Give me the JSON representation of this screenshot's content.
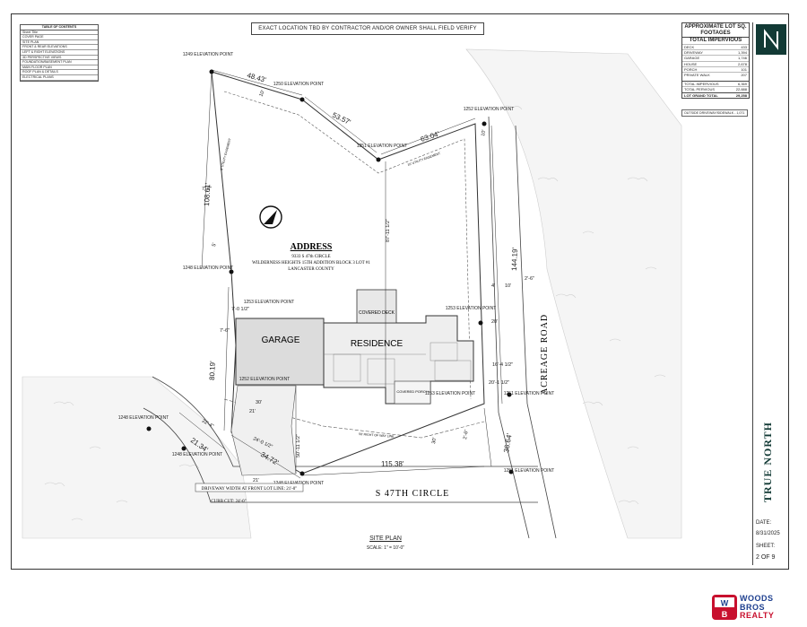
{
  "toc": {
    "title": "TABLE OF CONTENTS",
    "header": "Sheet Title",
    "items": [
      "COVER PAGE",
      "SITE PLAN",
      "FRONT & REAR ELEVATIONS",
      "LEFT & RIGHT ELEVATIONS",
      "3D PERSPECTIVE VIEWS",
      "FOUNDATION/BASEMENT PLAN",
      "MAIN FLOOR PLAN",
      "ROOF PLAN & DETAILS",
      "ELECTRICAL PLANS"
    ]
  },
  "notice": "EXACT LOCATION TBD BY CONTRACTOR AND/OR OWNER SHALL FIELD VERIFY",
  "sqft": {
    "title": "APPROXIMATE LOT SQ. FOOTAGES",
    "subtitle": "TOTAL IMPERVIOUS",
    "rows": [
      {
        "label": "DECK",
        "value": "433"
      },
      {
        "label": "DRIVEWAY",
        "value": "1,394"
      },
      {
        "label": "GARAGE",
        "value": "1,746"
      },
      {
        "label": "HOUSE",
        "value": "2,678"
      },
      {
        "label": "PORCH",
        "value": "101"
      },
      {
        "label": "PRIVATE WALK",
        "value": "207"
      }
    ],
    "total_impervious_label": "TOTAL IMPERVIOUS",
    "total_impervious": "6,369",
    "total_pervious_label": "TOTAL PERVIOUS",
    "total_pervious": "22,888",
    "grand_label": "LOT GRAND TOTAL",
    "grand": "29,258"
  },
  "owned_note": "OUTSIDE DRIVEWAY/SIDEWALK - 1,071",
  "address": {
    "heading": "ADDRESS",
    "line1": "9333 S 47th CIRCLE",
    "line2": "WILDERNESS HEIGHTS 15TH ADDITION BLOCK 3 LOT #1",
    "line3": "LANCASTER COUNTY"
  },
  "labels": {
    "garage": "GARAGE",
    "residence": "RESIDENCE",
    "covered_deck": "COVERED DECK",
    "covered_porch": "COVERED PORCH",
    "acreage_road": "ACREAGE ROAD",
    "street": "S 47TH CIRCLE",
    "driveway_width": "DRIVEWAY WIDTH AT FRONT LOT LINE: 21'-0\"",
    "curb_cut": "CURB CUT: 24'-0\"",
    "utility_easement_left": "5' UTILITY EASEMENT",
    "utility_easement_top": "10' UTILITY EASEMENT",
    "row_line": "50' RIGHT OF WAY LINE"
  },
  "elevations": [
    {
      "name": "1249 ELEVATION POINT"
    },
    {
      "name": "1250 ELEVATION POINT"
    },
    {
      "name": "1252 ELEVATION POINT"
    },
    {
      "name": "1251 ELEVATION POINT"
    },
    {
      "name": "1248 ELEVATION POINT"
    },
    {
      "name": "1253 ELEVATION POINT"
    },
    {
      "name": "1253 ELEVATION POINT"
    },
    {
      "name": "1252 ELEVATION POINT"
    },
    {
      "name": "1251 ELEVATION POINT"
    },
    {
      "name": "1253 ELEVATION POINT"
    },
    {
      "name": "1248 ELEVATION POINT"
    },
    {
      "name": "1248 ELEVATION POINT"
    },
    {
      "name": "1248 ELEVATION POINT"
    },
    {
      "name": "1251 ELEVATION POINT"
    }
  ],
  "dimensions": {
    "d1": "48.43'",
    "d2": "53.57'",
    "d3": "63.04'",
    "d4": "108.61'",
    "d5": "144.19'",
    "d6": "80.19'",
    "d7": "36.64'",
    "d8": "115.38'",
    "d9": "34.72'",
    "d10": "21.34'",
    "d11": "87'-11 1/2\"",
    "d12": "50'-11 1/2\"",
    "d13": "24'-0 1/2\"",
    "d14": "22'-4\"",
    "d15": "7'-0 1/2\"",
    "d16": "7'-6\"",
    "d17": "16'-4 1/2\"",
    "d18": "20'-1 1/2\"",
    "d19": "20'",
    "d20": "30'",
    "d21": "21'",
    "d22": "21'",
    "d23": "4'",
    "d24": "10'",
    "d25": "2'-6\"",
    "d26": "2'-6\"",
    "d27": "5'",
    "d28": "10'",
    "d29": "7'-6\"",
    "d30": "10'",
    "d31": "30'"
  },
  "sheet_title": "SITE PLAN",
  "scale": "SCALE: 1\" = 10'-0\"",
  "firm": "TRUE NORTH",
  "date_label": "DATE:",
  "date": "8/31/2025",
  "sheet_label": "SHEET:",
  "sheet_num": "2 OF 9",
  "brand": {
    "line1": "WOODS",
    "line2": "BROS",
    "line3": "REALTY"
  },
  "colors": {
    "firm": "#123a35",
    "brand_red": "#c8102e",
    "brand_blue": "#1d3f8f"
  }
}
